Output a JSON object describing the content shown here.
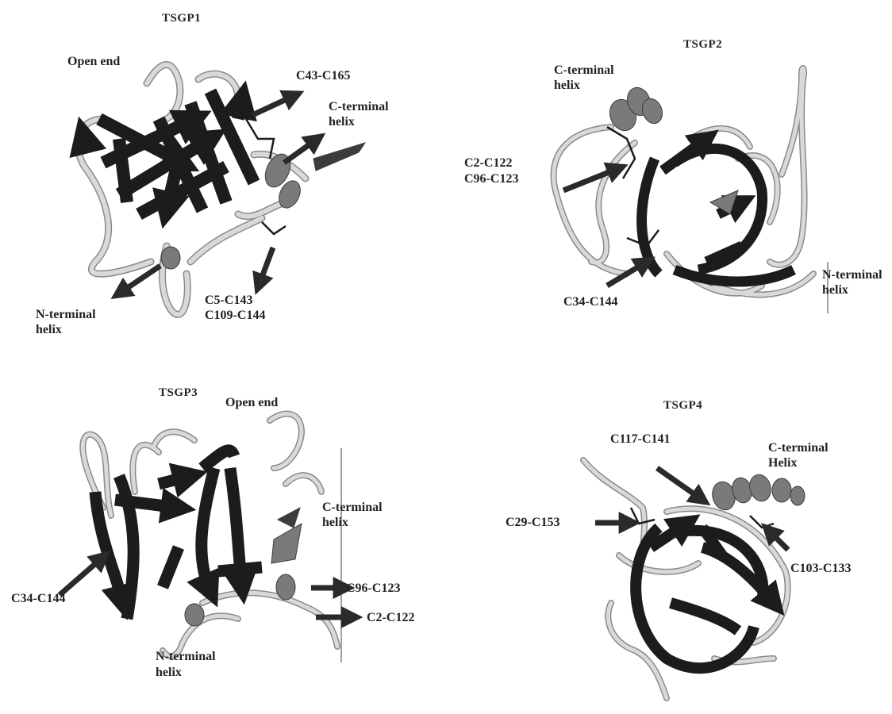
{
  "panels": [
    {
      "id": "tsgp1",
      "title": "TSGP1",
      "labels": {
        "open_end": "Open end",
        "bond_top": "C43-C165",
        "c_term_1": "C-terminal",
        "c_term_2": "helix",
        "bonds_bottom_1": "C5-C143",
        "bonds_bottom_2": "C109-C144",
        "n_term_1": "N-terminal",
        "n_term_2": "helix"
      }
    },
    {
      "id": "tsgp2",
      "title": "TSGP2",
      "labels": {
        "c_term_1": "C-terminal",
        "c_term_2": "helix",
        "bonds_left_1": "C2-C122",
        "bonds_left_2": "C96-C123",
        "bond_bottom": "C34-C144",
        "n_term_1": "N-terminal",
        "n_term_2": "helix"
      }
    },
    {
      "id": "tsgp3",
      "title": "TSGP3",
      "labels": {
        "open_end": "Open end",
        "c_term_1": "C-terminal",
        "c_term_2": "helix",
        "bond_left": "C34-C144",
        "bond_right_1": "C96-C123",
        "bond_right_2": "C2-C122",
        "n_term_1": "N-terminal",
        "n_term_2": "helix"
      }
    },
    {
      "id": "tsgp4",
      "title": "TSGP4",
      "labels": {
        "bond_top": "C117-C141",
        "c_term_1": "C-terminal",
        "c_term_2": "Helix",
        "bond_left": "C29-C153",
        "bond_right": "C103-C133"
      }
    }
  ],
  "colors": {
    "strand_dark": "#1c1c1c",
    "strand_mid": "#5a5a5a",
    "coil_light": "#d9d9d9",
    "coil_edge": "#8a8a8a",
    "helix_gray": "#7a7a7a",
    "arrow": "#2a2a2a",
    "text": "#222222"
  }
}
